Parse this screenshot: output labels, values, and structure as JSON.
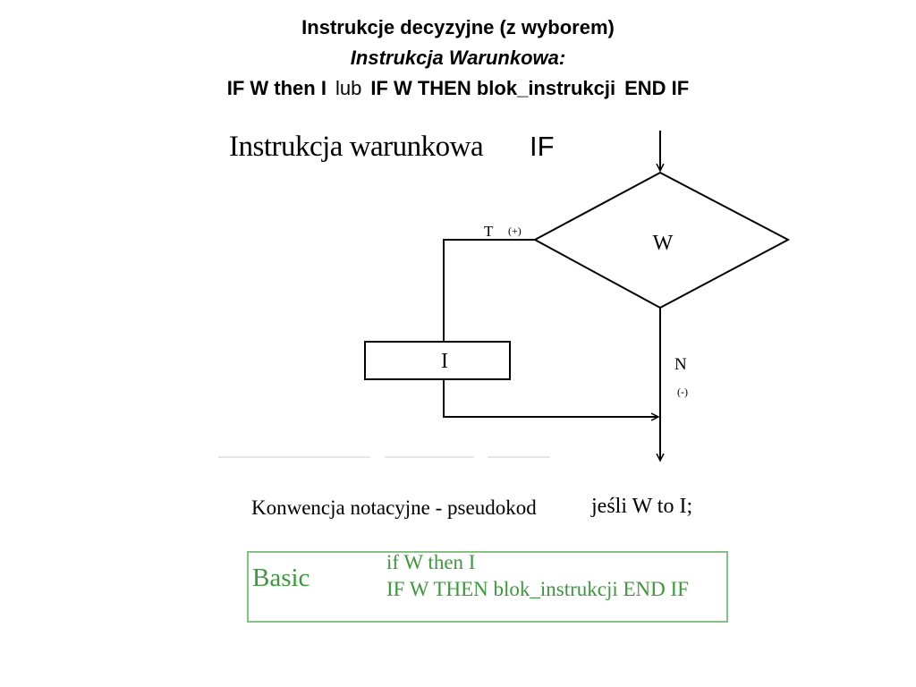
{
  "header": {
    "line1": "Instrukcje decyzyjne (z wyborem)",
    "line2": "Instrukcja  Warunkowa:",
    "line3_a": "IF W then I",
    "line3_b": "lub",
    "line3_c": "IF W THEN blok_instrukcji",
    "line3_d": "END IF"
  },
  "figure": {
    "title": "Instrukcja warunkowa",
    "title_keyword": "IF",
    "diagram": {
      "condition": "W",
      "true_label": "T",
      "true_sign": "(+)",
      "false_label": "N",
      "false_sign": "(-)",
      "instruction": "I"
    },
    "pseudocode": {
      "label": "Konwencja notacyjne - pseudokod",
      "code": "jeśli W to I;"
    },
    "basic": {
      "label": "Basic",
      "line1": "if W then I",
      "line2": "IF W THEN blok_instrukcji END IF",
      "color": "#3a9a3a"
    }
  }
}
